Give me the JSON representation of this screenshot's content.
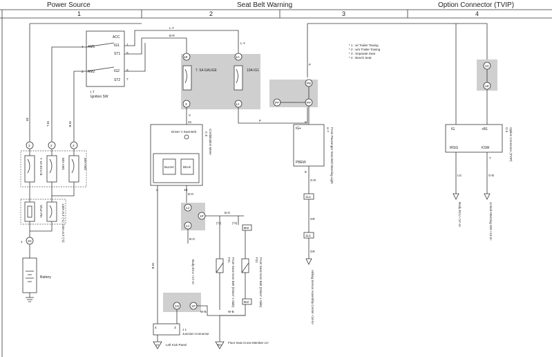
{
  "header": {
    "sections": [
      "Power Source",
      "Seat Belt Warning",
      "Option Connector (TVIP)"
    ],
    "columns": [
      "1",
      "2",
      "3",
      "4"
    ]
  },
  "legend": [
    "* 1 : w/ Trailer Towing",
    "* 2 : w/o Trailer Towing",
    "* 3 : Separate Seat",
    "* 4 : Bench Seat"
  ],
  "ignition_sw": {
    "name": "Ignition SW",
    "ref": "I 7",
    "terms": [
      "ACC",
      "IG1",
      "ST1",
      "IG2",
      "ST2",
      "AM1",
      "AM2"
    ],
    "pins": [
      "4",
      "1",
      "5",
      "2",
      "6",
      "7"
    ]
  },
  "fuses": [
    {
      "name": "7. 5A GAUGE",
      "pins": [
        "18",
        "3"
      ]
    },
    {
      "name": "10A IG1",
      "pins": [
        "1A",
        "1J"
      ]
    },
    {
      "name": "7. 5A ECU-B",
      "pins": [
        "2"
      ]
    },
    {
      "name": "50A AM1",
      "pins": [
        "2"
      ]
    },
    {
      "name": "30A AM2",
      "pins": [
        "2"
      ]
    }
  ],
  "fusible": {
    "name": "140A ALT (*1) 120A ALT (*2)"
  },
  "battery": {
    "name": "Battery",
    "mid": "Short Pin",
    "conn": "2C",
    "pin": "1"
  },
  "meter": {
    "name": "Combination Meter",
    "ref": "C 8",
    "lamp": "Driver' s Seat Belt",
    "buzzer": "Buzzer",
    "block": "Block",
    "pins": [
      "21",
      "2",
      "10"
    ]
  },
  "passenger": {
    "name": "Front Passenger Seat Belt Warning Light",
    "ref": "H 7",
    "terms": [
      "IG+",
      "PBEW"
    ],
    "pins": [
      "6",
      "8"
    ]
  },
  "option_conn": {
    "name": "Option Connector (TVIP)",
    "ref": "O 6",
    "terms": [
      "IG",
      "+B1",
      "IRSG",
      "KSW"
    ],
    "pins": [
      "1C",
      "1K",
      "7"
    ]
  },
  "buckles": [
    {
      "name": "Front Seat Inner Belt (Driver' s Side)",
      "ref": "F21"
    },
    {
      "name": "Front Seat Inner Belt (Driver' s Side)",
      "ref": "F22"
    }
  ],
  "junction": {
    "name": "Junction Connector",
    "ref": "J 1",
    "pins": [
      "4",
      "3"
    ]
  },
  "grounds": [
    {
      "code": "IA",
      "name": "Left Kick Panel"
    },
    {
      "code": "BA",
      "name": "Floor Seat Cross Member LH"
    }
  ],
  "refs": [
    "Body ECU <17-4>",
    "Body ECU <17-4>",
    "Airbag Sensor Assembly Center <16-5>",
    "Unlock Warning SW <13-3>"
  ],
  "connectors": [
    "1E",
    "1A",
    "1J",
    "PF",
    "PE",
    "1L",
    "1T",
    "1P",
    "1K",
    "1H",
    "BI2",
    "1L1",
    "1C"
  ],
  "wire_colors": [
    "L-Y",
    "B-R",
    "L-Y",
    "P",
    "W-L",
    "W-B",
    "V",
    "B-O",
    "W-B",
    "G-R",
    "GR",
    "LG",
    "G-B",
    "P",
    "B-O",
    "B-O"
  ],
  "notes": [
    "(*3)",
    "(*4)"
  ]
}
